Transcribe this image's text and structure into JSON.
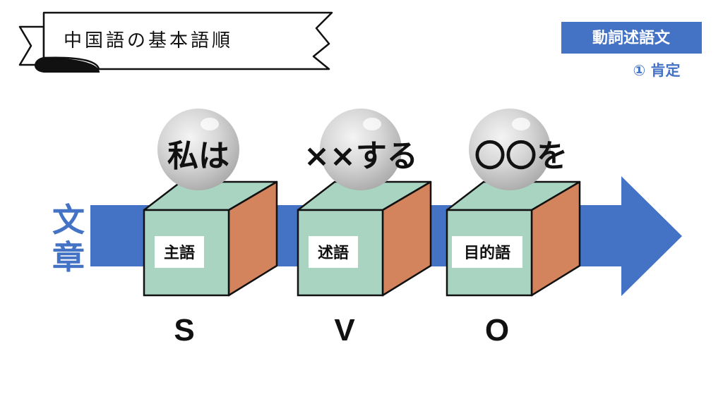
{
  "header": {
    "title": "中国語の基本語順",
    "tag": "動詞述語文",
    "subtitle": "① 肯定"
  },
  "axis_label": {
    "line1": "文",
    "line2": "章"
  },
  "blocks": [
    {
      "phrase": "私は",
      "role": "主語",
      "letter": "S"
    },
    {
      "phrase": "××する",
      "role": "述語",
      "letter": "V"
    },
    {
      "phrase": "〇〇を",
      "role": "目的語",
      "letter": "O"
    }
  ],
  "colors": {
    "arrow": "#4472c4",
    "cube_front": "#a9d4c2",
    "cube_side": "#d4845c",
    "cube_top": "#a9d4c2",
    "tag_bg": "#4472c4",
    "sphere": "#d4d4d4"
  }
}
